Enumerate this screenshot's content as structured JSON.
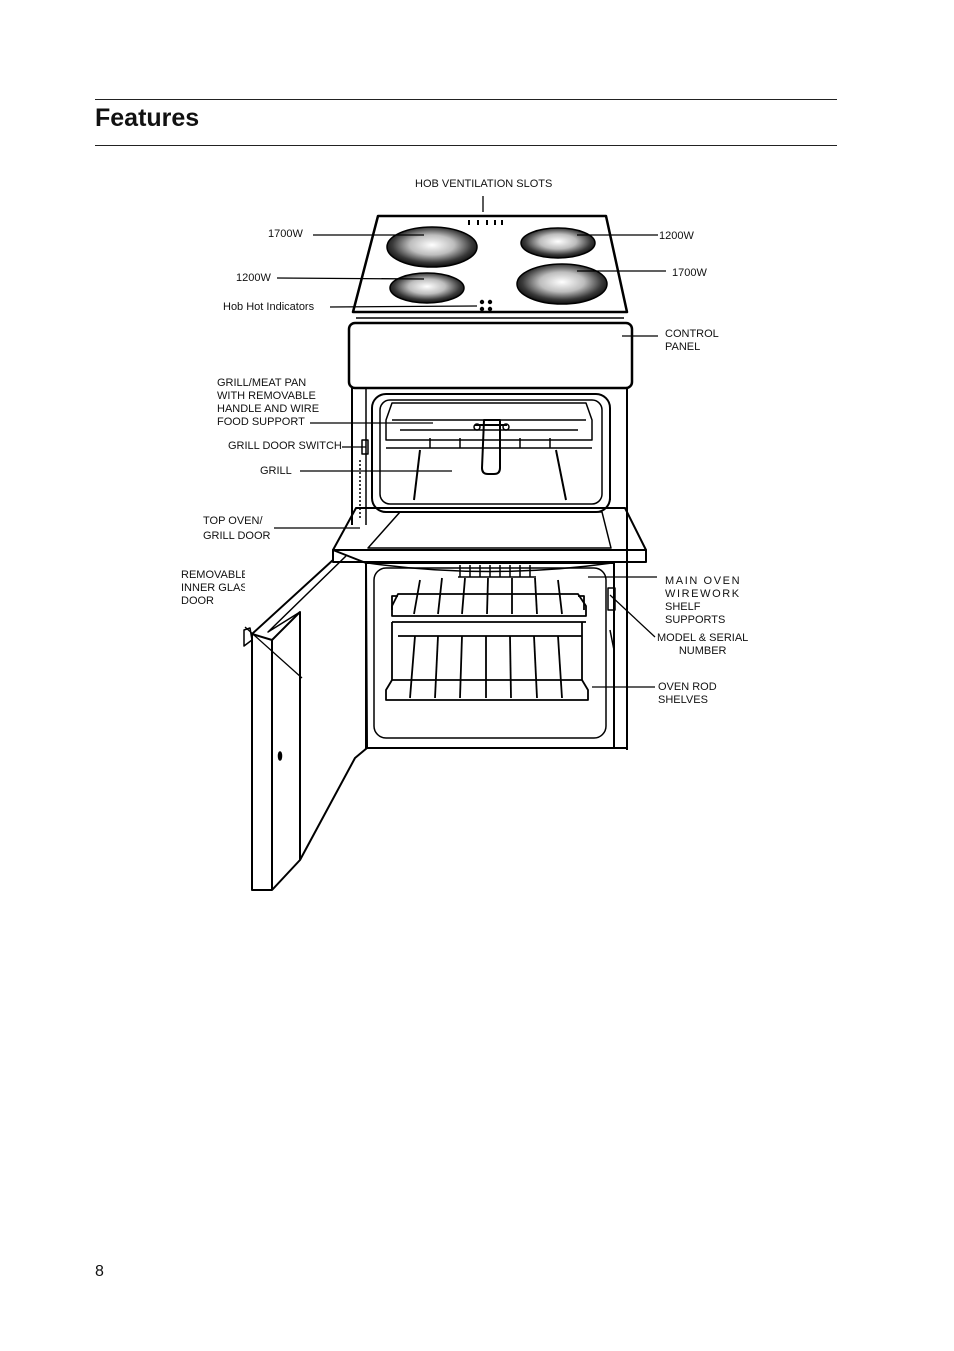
{
  "header": {
    "title": "Features"
  },
  "footer": {
    "page_number": "8"
  },
  "labels": {
    "hob_ventilation_slots": "HOB VENTILATION SLOTS",
    "left_rear_plate": "1700W",
    "left_front_plate": "1200W",
    "right_rear_plate": "1200W",
    "right_front_plate": "1700W",
    "hob_hot_indicators": "Hob Hot Indicators",
    "control_panel": [
      "CONTROL",
      "PANEL"
    ],
    "grill_meat_pan": [
      "GRILL/MEAT PAN",
      "WITH REMOVABLE",
      "HANDLE AND WIRE",
      "FOOD SUPPORT"
    ],
    "grill_door_switch": "GRILL DOOR SWITCH",
    "grill": "GRILL",
    "top_oven_grill_door": [
      "TOP OVEN/",
      "GRILL DOOR"
    ],
    "removable_inner_glass_door": [
      "REMOVABLE",
      "INNER GLAS",
      "DOOR"
    ],
    "main_oven_wirework": [
      "MAIN OVEN",
      "WIREWORK",
      "SHELF",
      "SUPPORTS"
    ],
    "model_serial": [
      "MODEL & SERIAL",
      "NUMBER"
    ],
    "oven_rod_shelves": [
      "OVEN ROD",
      "SHELVES"
    ]
  }
}
